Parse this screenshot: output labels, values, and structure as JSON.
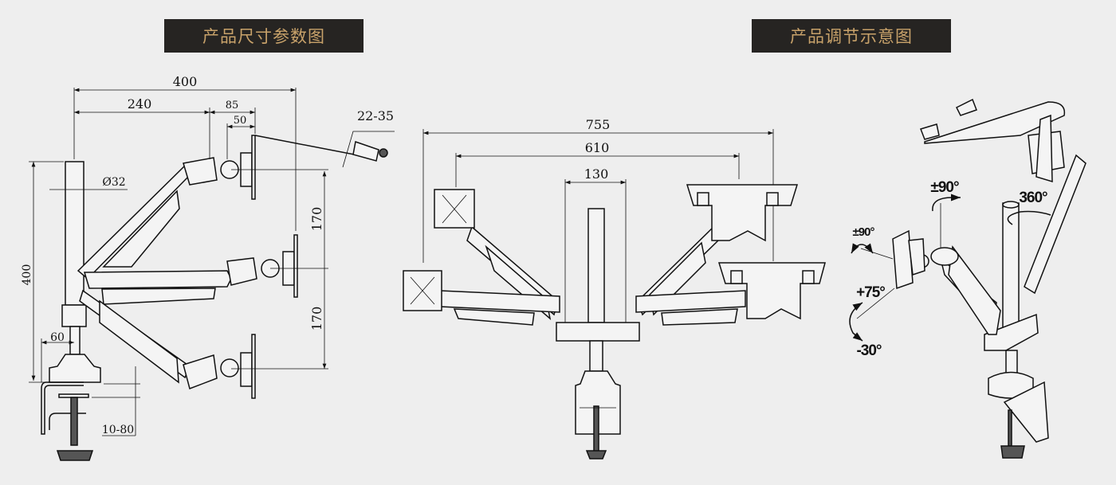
{
  "headers": {
    "dimensions": "产品尺寸参数图",
    "adjustment": "产品调节示意图"
  },
  "dimension_diagram": {
    "total_reach": "400",
    "arm_reach": "240",
    "head_depth": "85",
    "plate_depth": "50",
    "monitor_thickness": "22-35",
    "pole_diameter": "Ø32",
    "pole_height": "400",
    "upper_travel": "170",
    "lower_travel": "170",
    "base_offset": "60",
    "clamp_range": "10-80"
  },
  "width_diagram": {
    "max_span": "755",
    "inner_span": "610",
    "pole_span": "130"
  },
  "adjustment_diagram": {
    "swivel": "±90°",
    "rotation": "360°",
    "rotate": "±90°",
    "tilt_up": "+75°",
    "tilt_down": "-30°"
  }
}
